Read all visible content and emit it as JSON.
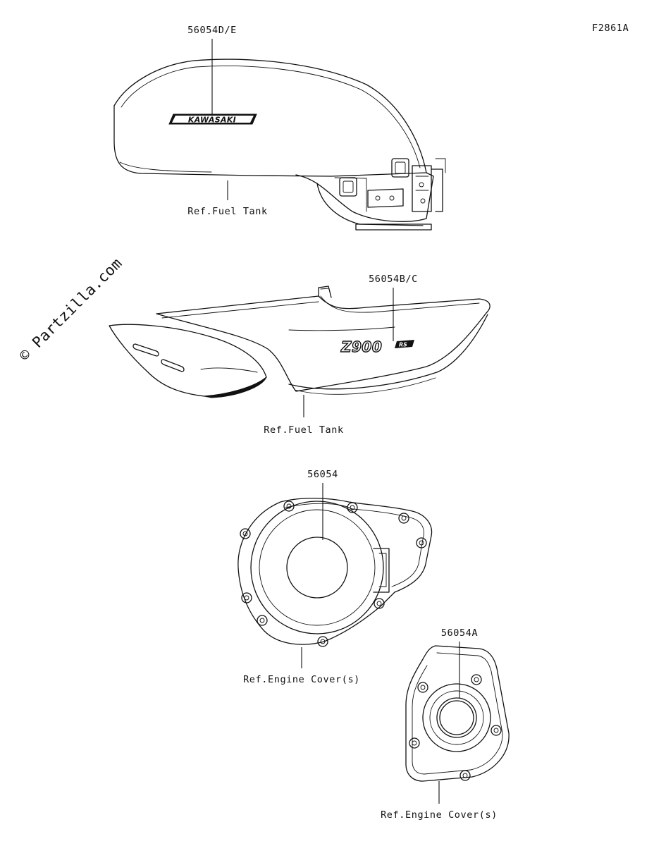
{
  "diagram_code": "F2861A",
  "watermark": "© Partzilla.com",
  "callouts": {
    "tank_top_part": "56054D/E",
    "tank_top_ref": "Ref.Fuel Tank",
    "tank_side_part": "56054B/C",
    "tank_side_ref": "Ref.Fuel Tank",
    "cover_large_part": "56054",
    "cover_large_ref": "Ref.Engine Cover(s)",
    "cover_small_part": "56054A",
    "cover_small_ref": "Ref.Engine Cover(s)"
  },
  "emblems": {
    "kawasaki": "KAWASAKI",
    "z900": "Z900",
    "rs": "RS"
  },
  "colors": {
    "line": "#111111",
    "background": "#ffffff"
  }
}
